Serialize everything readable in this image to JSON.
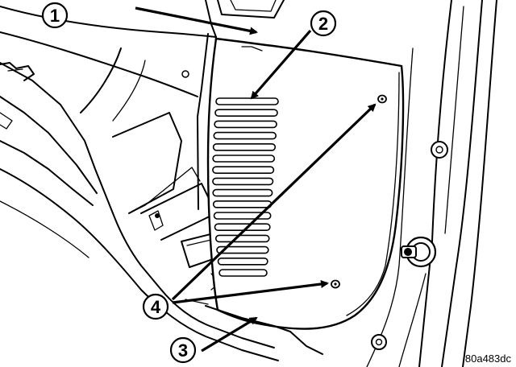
{
  "diagram": {
    "callouts": [
      {
        "id": "1",
        "label": "1"
      },
      {
        "id": "2",
        "label": "2"
      },
      {
        "id": "3",
        "label": "3"
      },
      {
        "id": "4",
        "label": "4"
      }
    ],
    "reference_code": "80a483dc"
  }
}
